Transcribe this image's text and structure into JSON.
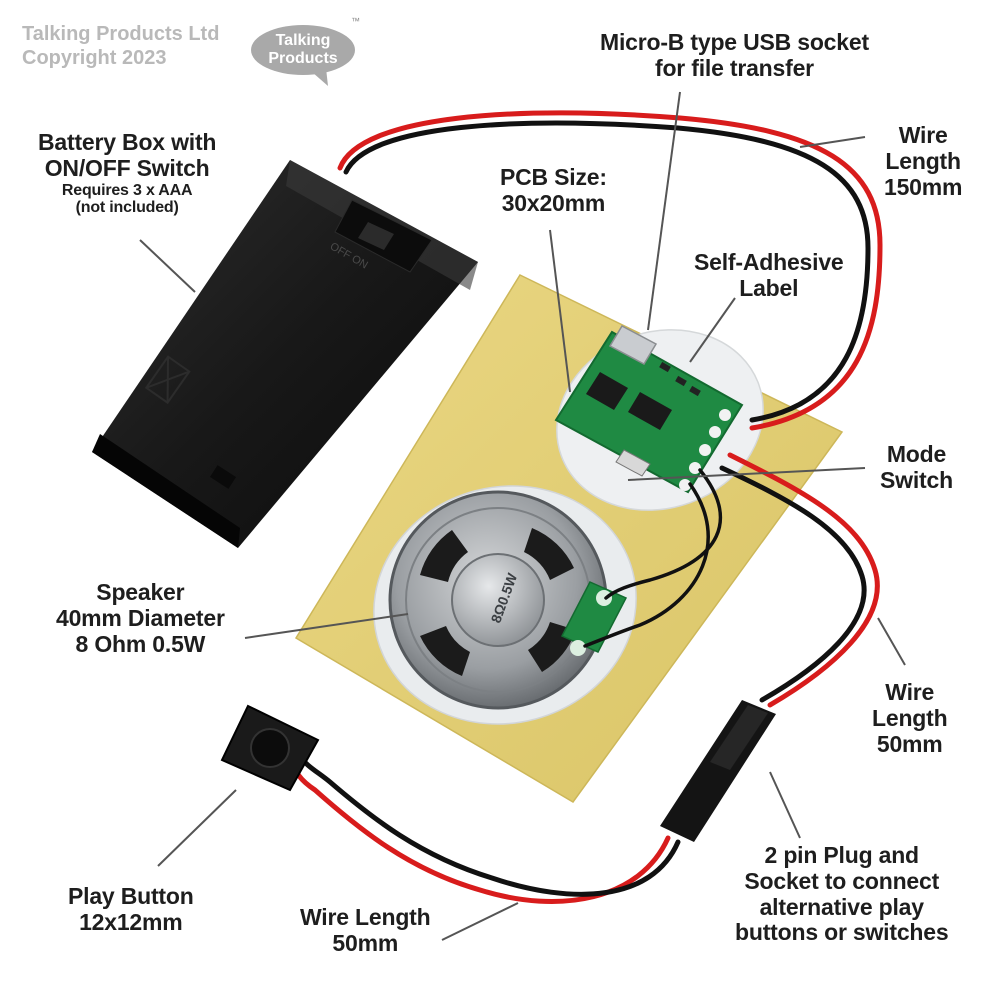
{
  "copyright": {
    "line1": "Talking Products Ltd",
    "line2": "Copyright 2023"
  },
  "logo": {
    "line1": "Talking",
    "line2": "Products",
    "tm": "™"
  },
  "labels": {
    "usb": {
      "line1": "Micro-B type USB socket",
      "line2": "for file transfer"
    },
    "battery": {
      "line1": "Battery Box with",
      "line2": "ON/OFF Switch",
      "line3": "Requires 3 x AAA",
      "line4": "(not included)"
    },
    "pcb": {
      "line1": "PCB Size:",
      "line2": "30x20mm"
    },
    "wire150": {
      "line1": "Wire",
      "line2": "Length",
      "line3": "150mm"
    },
    "adhesive": {
      "line1": "Self-Adhesive",
      "line2": "Label"
    },
    "mode": {
      "line1": "Mode",
      "line2": "Switch"
    },
    "speaker": {
      "line1": "Speaker",
      "line2": "40mm Diameter",
      "line3": "8 Ohm 0.5W"
    },
    "wire50right": {
      "line1": "Wire",
      "line2": "Length",
      "line3": "50mm"
    },
    "plug": {
      "line1": "2 pin Plug and",
      "line2": "Socket to connect",
      "line3": "alternative play",
      "line4": "buttons or switches"
    },
    "play": {
      "line1": "Play Button",
      "line2": "12x12mm"
    },
    "wire50bottom": {
      "line1": "Wire Length",
      "line2": "50mm"
    }
  },
  "markings": {
    "battery_switch": "OFF ON",
    "speaker": "8Ω0.5W"
  },
  "colors": {
    "label_text": "#1e1e1e",
    "copyright_text": "#b9b9b9",
    "logo_bubble": "#a9a9a9",
    "battery_box": "#161616",
    "adhesive_label": "#e3cf78",
    "pcb_green": "#1f8a43",
    "wire_red": "#d81c1c",
    "wire_black": "#111111"
  }
}
